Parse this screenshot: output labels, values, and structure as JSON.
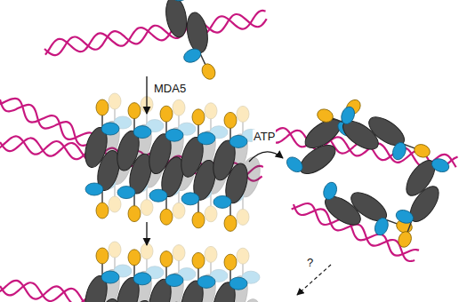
{
  "diagram": {
    "labels": [
      "MDA5",
      "ATP",
      "?"
    ]
  }
}
